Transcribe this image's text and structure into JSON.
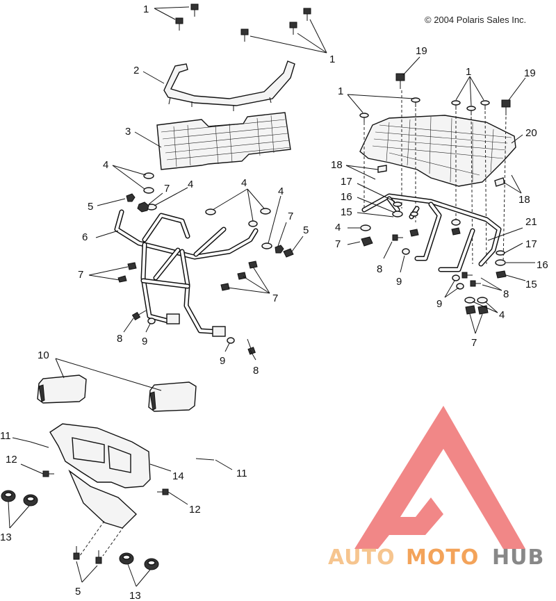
{
  "copyright": "© 2004 Polaris Sales Inc.",
  "brand": {
    "part1": "AUTO",
    "part2": "MOTO",
    "part3": "HUB",
    "color_light": "#f6c58f",
    "color_mid": "#f3a35a",
    "color_dark": "#888888",
    "logo_color": "#f07a7a"
  },
  "callouts": [
    {
      "id": "c1a",
      "text": "1"
    },
    {
      "id": "c1b",
      "text": "1"
    },
    {
      "id": "c2",
      "text": "2"
    },
    {
      "id": "c3",
      "text": "3"
    },
    {
      "id": "c4a",
      "text": "4"
    },
    {
      "id": "c7a",
      "text": "7"
    },
    {
      "id": "c4b",
      "text": "4"
    },
    {
      "id": "c4c",
      "text": "4"
    },
    {
      "id": "c5a",
      "text": "5"
    },
    {
      "id": "c6",
      "text": "6"
    },
    {
      "id": "c4d",
      "text": "4"
    },
    {
      "id": "c7b",
      "text": "7"
    },
    {
      "id": "c5b",
      "text": "5"
    },
    {
      "id": "c7c",
      "text": "7"
    },
    {
      "id": "c7d",
      "text": "7"
    },
    {
      "id": "c8a",
      "text": "8"
    },
    {
      "id": "c9a",
      "text": "9"
    },
    {
      "id": "c9b",
      "text": "9"
    },
    {
      "id": "c8b",
      "text": "8"
    },
    {
      "id": "c10",
      "text": "10"
    },
    {
      "id": "c11a",
      "text": "11"
    },
    {
      "id": "c12a",
      "text": "12"
    },
    {
      "id": "c14",
      "text": "14"
    },
    {
      "id": "c11b",
      "text": "11"
    },
    {
      "id": "c12b",
      "text": "12"
    },
    {
      "id": "c13a",
      "text": "13"
    },
    {
      "id": "c5c",
      "text": "5"
    },
    {
      "id": "c13b",
      "text": "13"
    },
    {
      "id": "c19a",
      "text": "19"
    },
    {
      "id": "c1c",
      "text": "1"
    },
    {
      "id": "c1d",
      "text": "1"
    },
    {
      "id": "c19b",
      "text": "19"
    },
    {
      "id": "c20",
      "text": "20"
    },
    {
      "id": "c18a",
      "text": "18"
    },
    {
      "id": "c17a",
      "text": "17"
    },
    {
      "id": "c16a",
      "text": "16"
    },
    {
      "id": "c15a",
      "text": "15"
    },
    {
      "id": "c4e",
      "text": "4"
    },
    {
      "id": "c7e",
      "text": "7"
    },
    {
      "id": "c18b",
      "text": "18"
    },
    {
      "id": "c21",
      "text": "21"
    },
    {
      "id": "c17b",
      "text": "17"
    },
    {
      "id": "c16b",
      "text": "16"
    },
    {
      "id": "c15b",
      "text": "15"
    },
    {
      "id": "c8c",
      "text": "8"
    },
    {
      "id": "c9c",
      "text": "9"
    },
    {
      "id": "c8d",
      "text": "8"
    },
    {
      "id": "c9d",
      "text": "9"
    },
    {
      "id": "c4f",
      "text": "4"
    },
    {
      "id": "c7f",
      "text": "7"
    }
  ]
}
